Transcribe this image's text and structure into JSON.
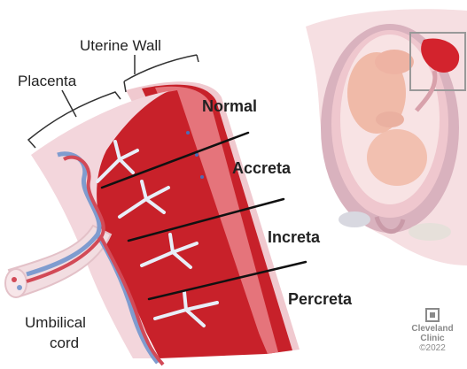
{
  "labels": {
    "uterine_wall": "Uterine Wall",
    "placenta": "Placenta",
    "normal": "Normal",
    "accreta": "Accreta",
    "increta": "Increta",
    "percreta": "Percreta",
    "umbilical": "Umbilical",
    "cord": "cord"
  },
  "brand": {
    "name_line1": "Cleveland",
    "name_line2": "Clinic",
    "copyright": "©2022",
    "logo_icon": "cleveland-clinic-logo"
  },
  "colors": {
    "muscle": "#c8212a",
    "muscle_dark": "#a5161d",
    "tissue": "#f3d6dc",
    "vein": "#7f9ccf",
    "artery": "#d24a57",
    "villi": "#e8eef8"
  }
}
